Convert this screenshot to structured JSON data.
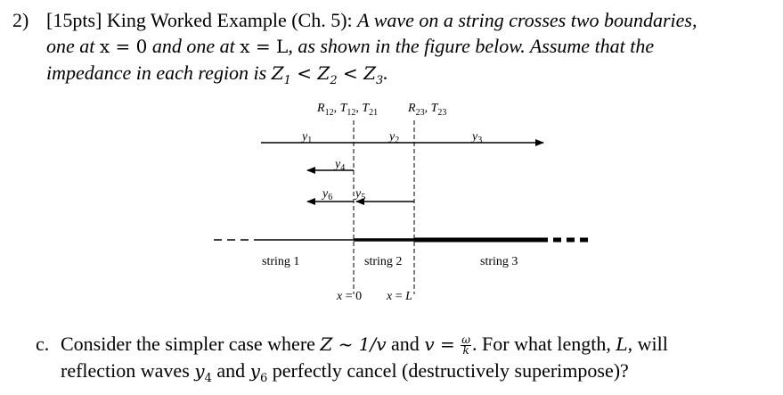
{
  "problem": {
    "number": "2)",
    "points": "[15pts]",
    "title": "King Worked Example (Ch. 5):",
    "line1_italic": "A wave on a string crosses two boundaries,",
    "line2_a": "one at",
    "line2_math1": "x = 0",
    "line2_b": "and one at",
    "line2_math2": "x = L",
    "line2_c": ", as shown in the figure below. Assume that the",
    "line3_a": "impedance in each region is",
    "line3_math": "Z",
    "line3_end": "."
  },
  "figure": {
    "label_boundary1": "R12, T12, T21",
    "label_boundary2": "R23, T23",
    "wave_labels": [
      "y1",
      "y2",
      "y3",
      "y4",
      "y6",
      "y5"
    ],
    "string_labels": [
      "string 1",
      "string 2",
      "string 3"
    ],
    "position_labels": [
      "x = 0",
      "x = L"
    ]
  },
  "question": {
    "label": "c.",
    "text_a": "Consider the simpler case where",
    "math_a": "Z ~ 1/v",
    "text_b": "and",
    "math_b": "v =",
    "frac_num": "ω",
    "frac_den": "k",
    "text_c": ". For what length,",
    "math_c": "L",
    "text_d": ", will",
    "line2_a": "reflection waves",
    "math_y4": "y",
    "text_e": "and",
    "math_y6": "y",
    "text_f": "perfectly cancel (destructively superimpose)?"
  }
}
